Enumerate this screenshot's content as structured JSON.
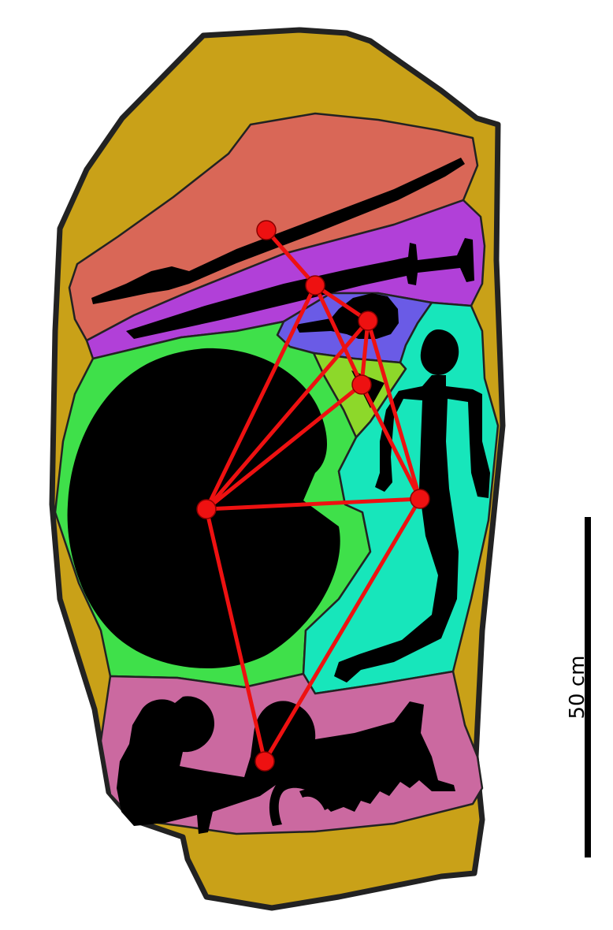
{
  "diagram": {
    "type": "rock-carving-panel-segmentation-graph",
    "scale_label": "50 cm",
    "colors": {
      "stone_background": "#C9A118",
      "outline": "#222222",
      "figure_fill": "#000000",
      "graph_edge": "#EE1111",
      "graph_node": "#EE1111"
    },
    "regions": [
      {
        "name": "region-sword",
        "color": "#D96757"
      },
      {
        "name": "region-dagger",
        "color": "#B140D8"
      },
      {
        "name": "region-small-blob",
        "color": "#6A5BE6"
      },
      {
        "name": "region-triangle",
        "color": "#8DD82A"
      },
      {
        "name": "region-disc",
        "color": "#3FE04A"
      },
      {
        "name": "region-human-figure",
        "color": "#17E6BB"
      },
      {
        "name": "region-animals",
        "color": "#CB69A0"
      }
    ],
    "graph": {
      "node_count": 7,
      "edge_count": 12
    }
  }
}
